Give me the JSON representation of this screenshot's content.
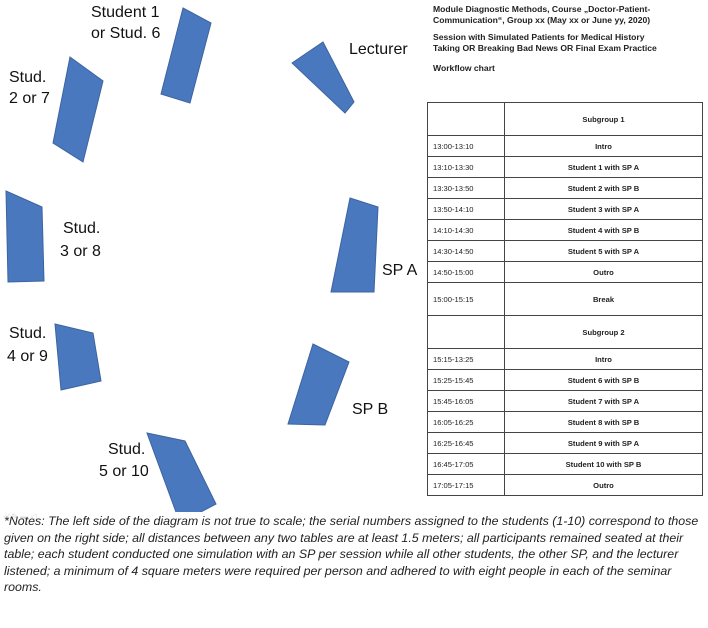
{
  "diagram": {
    "labels": {
      "student1": [
        "Student 1",
        "or Stud. 6"
      ],
      "student2": [
        "Stud.",
        "2 or 7"
      ],
      "student3": [
        "Stud.",
        "3 or 8"
      ],
      "student4": [
        "Stud.",
        "4 or 9"
      ],
      "student5": [
        "Stud.",
        "5 or 10"
      ],
      "lecturer": [
        "Lecturer"
      ],
      "spA": [
        "SP A"
      ],
      "spB": [
        "SP B"
      ]
    },
    "table_color": "#4a78be",
    "table_stroke": "#3c64a0"
  },
  "header": {
    "module_line1": "Module Diagnostic Methods, Course „Doctor-Patient-",
    "module_line2": "Communication“, Group xx (May xx or June yy, 2020)",
    "session_line1": "Session with Simulated Patients for Medical History",
    "session_line2": "Taking OR Breaking Bad News OR Final Exam Practice",
    "workflow_title": "Workflow chart"
  },
  "workflow": {
    "subgroup1": "Subgroup 1",
    "subgroup2": "Subgroup 2",
    "rows1": [
      {
        "time": "13:00-13:10",
        "activity": "Intro"
      },
      {
        "time": "13:10-13:30",
        "activity": "Student 1 with SP A"
      },
      {
        "time": "13:30-13:50",
        "activity": "Student 2 with SP B"
      },
      {
        "time": "13:50-14:10",
        "activity": "Student 3 with SP A"
      },
      {
        "time": "14:10-14:30",
        "activity": "Student 4 with SP B"
      },
      {
        "time": "14:30-14:50",
        "activity": "Student 5 with SP A"
      },
      {
        "time": "14:50-15:00",
        "activity": "Outro"
      }
    ],
    "break": {
      "time": "15:00-15:15",
      "activity": "Break"
    },
    "rows2": [
      {
        "time": "15:15-13:25",
        "activity": "Intro"
      },
      {
        "time": "15:25-15:45",
        "activity": "Student 6 with SP B"
      },
      {
        "time": "15:45-16:05",
        "activity": "Student 7 with SP A"
      },
      {
        "time": "16:05-16:25",
        "activity": "Student 8 with SP B"
      },
      {
        "time": "16:25-16:45",
        "activity": "Student 9 with SP A"
      },
      {
        "time": "16:45-17:05",
        "activity": "Student 10 with SP B"
      },
      {
        "time": "17:05-17:15",
        "activity": "Outro"
      }
    ]
  },
  "notes": "*Notes: The left side of the diagram is not true to scale; the serial numbers assigned to the students (1-10) correspond to those given on the right side; all distances between any two tables are at least 1.5 meters; all participants remained seated at their table; each student conducted one simulation with an SP per session while all other students, the other SP, and the lecturer listened; a minimum of 4 square meters were required per person and adhered to with eight people in each of the seminar rooms."
}
